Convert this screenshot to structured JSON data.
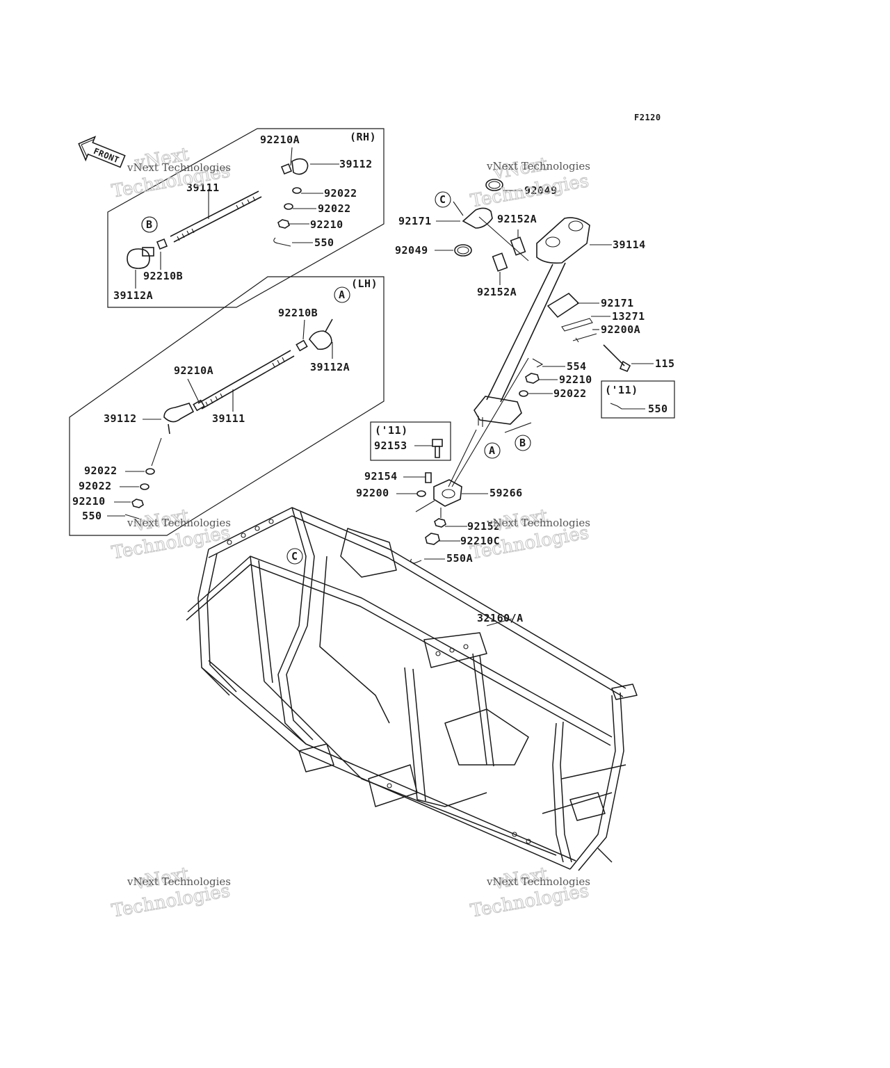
{
  "figure_code": "F2120",
  "front_arrow": "FRONT",
  "boxes": {
    "rh": "(RH)",
    "lh": "(LH)",
    "y11a": "('11)",
    "y11b": "('11)"
  },
  "circles": {
    "A": "A",
    "B": "B",
    "C": "C"
  },
  "parts": {
    "p92210A_rh": "92210A",
    "p39112_rh": "39112",
    "p92022_rh1": "92022",
    "p92022_rh2": "92022",
    "p92210_rh": "92210",
    "p550_rh": "550",
    "p39111_rh": "39111",
    "p92210B_rh": "92210B",
    "p39112A_rh": "39112A",
    "p92210B_lh": "92210B",
    "p39112A_lh": "39112A",
    "p92210A_lh": "92210A",
    "p39112_lh": "39112",
    "p39111_lh": "39111",
    "p92022_lh1": "92022",
    "p92022_lh2": "92022",
    "p92210_lh": "92210",
    "p550_lh": "550",
    "p92049_top": "92049",
    "p92171_top": "92171",
    "p92152A_top": "92152A",
    "p39114": "39114",
    "p92049_mid": "92049",
    "p92152A_mid": "92152A",
    "p92171_mid": "92171",
    "p13271": "13271",
    "p92200A": "92200A",
    "p115": "115",
    "p554": "554",
    "p92210_mid": "92210",
    "p92022_mid": "92022",
    "p550_11": "550",
    "p92153": "92153",
    "p92154": "92154",
    "p92200": "92200",
    "p59266": "59266",
    "p92152": "92152",
    "p92210C": "92210C",
    "p550A": "550A",
    "p32160A": "32160/A"
  },
  "watermark": {
    "line1": "vNext",
    "line2": "Technologies",
    "caption": "vNext Technologies"
  }
}
